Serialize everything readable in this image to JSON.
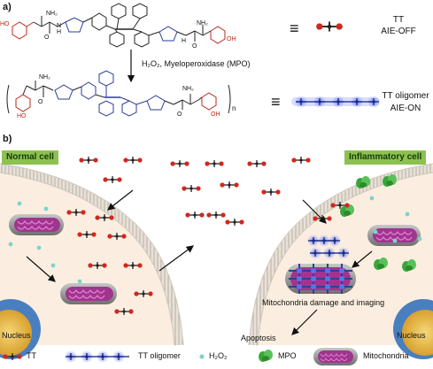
{
  "panel_a": {
    "label": "a)",
    "tt_name": "TT",
    "tt_state": "AIE-OFF",
    "reaction": "H₂O₂, Myeloperoxidase (MPO)",
    "oligomer_name": "TT oligomer",
    "oligomer_state": "AIE-ON",
    "repeat_n": "n",
    "equiv_symbol": "≡",
    "nh2": "NH₂",
    "h": "H",
    "n_atom": "N",
    "o_atom": "O",
    "oh": "OH",
    "ho": "HO"
  },
  "panel_b": {
    "label": "b)",
    "normal_cell": "Normal cell",
    "inflammatory_cell": "Inflammatory cell",
    "nucleus_left": "Nucleus",
    "nucleus_right": "Nucleus",
    "damage_caption": "Mitochondria damage and imaging",
    "apoptosis": "Apoptosis"
  },
  "legend": {
    "tt": "TT",
    "tt_oligomer": "TT oligomer",
    "h2o2": "H₂O₂",
    "mpo": "MPO",
    "mitochondria": "Mitochondria"
  },
  "colors": {
    "cell_bg": "#fbeee0",
    "membrane": "#d9d2c8",
    "header_green": "#8cc152",
    "tt_red": "#d0281e",
    "oligomer_blue": "#2f3f9a",
    "mpo_green": "#3aa63a",
    "h2o2_teal": "#7fd3c8",
    "mito_magenta": "#a0358f",
    "nucleus_blue": "#4a7fbf"
  }
}
